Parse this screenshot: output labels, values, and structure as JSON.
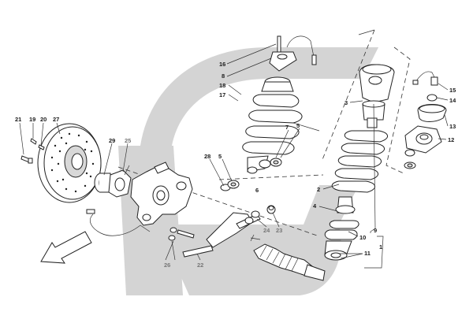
{
  "diagram": {
    "watermark_color": "#d4d4d4",
    "callout_color": "#1a1a1a",
    "callout_grey_color": "#777777",
    "callouts": [
      {
        "id": "c16",
        "text": "16"
      },
      {
        "id": "c8",
        "text": "8"
      },
      {
        "id": "c18",
        "text": "18"
      },
      {
        "id": "c17",
        "text": "17"
      },
      {
        "id": "c21",
        "text": "21"
      },
      {
        "id": "c19",
        "text": "19"
      },
      {
        "id": "c20",
        "text": "20"
      },
      {
        "id": "c27",
        "text": "27"
      },
      {
        "id": "c29",
        "text": "29"
      },
      {
        "id": "c25",
        "text": "25"
      },
      {
        "id": "c28",
        "text": "28"
      },
      {
        "id": "c5a",
        "text": "5"
      },
      {
        "id": "c6",
        "text": "6"
      },
      {
        "id": "c7",
        "text": "7"
      },
      {
        "id": "c5b",
        "text": "5"
      },
      {
        "id": "c3",
        "text": "3"
      },
      {
        "id": "c15",
        "text": "15"
      },
      {
        "id": "c14",
        "text": "14"
      },
      {
        "id": "c13",
        "text": "13"
      },
      {
        "id": "c12",
        "text": "12"
      },
      {
        "id": "c2",
        "text": "2"
      },
      {
        "id": "c4",
        "text": "4"
      },
      {
        "id": "c9",
        "text": "9"
      },
      {
        "id": "c10",
        "text": "10"
      },
      {
        "id": "c1",
        "text": "1"
      },
      {
        "id": "c11",
        "text": "11"
      },
      {
        "id": "c24",
        "text": "24"
      },
      {
        "id": "c23",
        "text": "23"
      },
      {
        "id": "c26",
        "text": "26"
      },
      {
        "id": "c22",
        "text": "22"
      }
    ]
  }
}
